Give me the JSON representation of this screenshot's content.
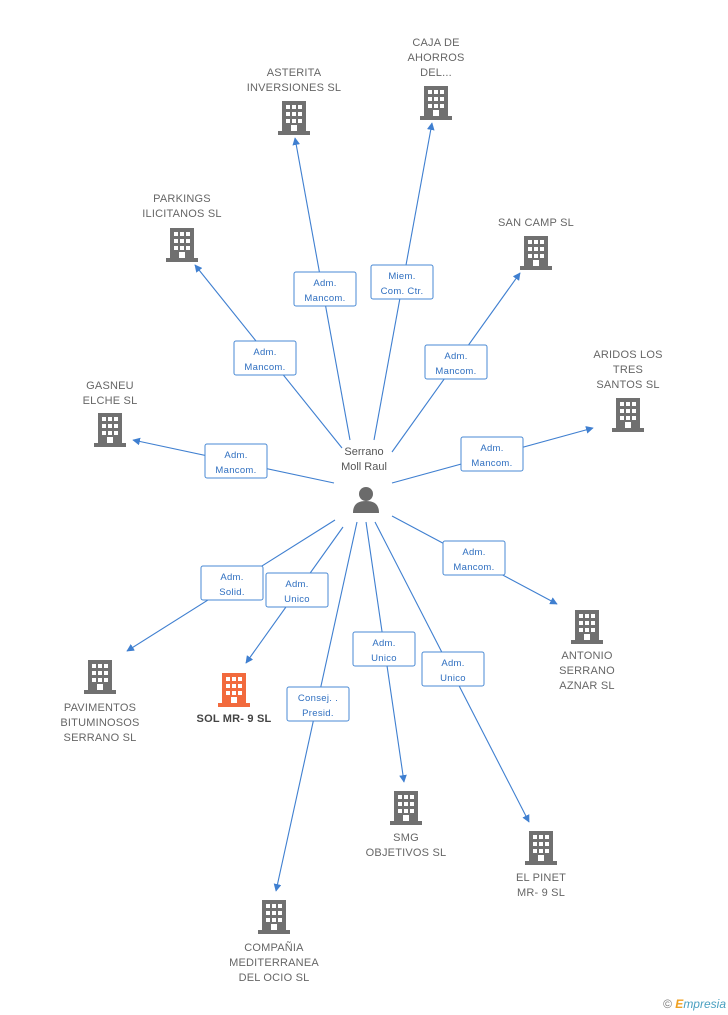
{
  "colors": {
    "edge": "#3f7fd0",
    "building": "#707070",
    "building_focus": "#f26a3d",
    "person": "#6b6b6b",
    "role_text": "#2f6fc0"
  },
  "person": {
    "name_lines": [
      "Serrano",
      "Moll Raul"
    ],
    "icon": "person-icon"
  },
  "companies": [
    {
      "id": "asterita",
      "lines": [
        "ASTERITA",
        "INVERSIONES SL"
      ],
      "focus": false
    },
    {
      "id": "caja",
      "lines": [
        "CAJA DE",
        "AHORROS",
        "DEL..."
      ],
      "focus": false
    },
    {
      "id": "parkings",
      "lines": [
        "PARKINGS",
        "ILICITANOS SL"
      ],
      "focus": false
    },
    {
      "id": "sancamp",
      "lines": [
        "SAN CAMP SL"
      ],
      "focus": false
    },
    {
      "id": "aridos",
      "lines": [
        "ARIDOS LOS",
        "TRES",
        "SANTOS SL"
      ],
      "focus": false
    },
    {
      "id": "gasneu",
      "lines": [
        "GASNEU",
        "ELCHE SL"
      ],
      "focus": false
    },
    {
      "id": "antonio",
      "lines": [
        "ANTONIO",
        "SERRANO",
        "AZNAR SL"
      ],
      "focus": false
    },
    {
      "id": "pavimentos",
      "lines": [
        "PAVIMENTOS",
        "BITUMINOSOS",
        "SERRANO SL"
      ],
      "focus": false
    },
    {
      "id": "solmr9",
      "lines": [
        "SOL MR- 9  SL"
      ],
      "focus": true
    },
    {
      "id": "smg",
      "lines": [
        "SMG",
        "OBJETIVOS  SL"
      ],
      "focus": false
    },
    {
      "id": "elpinet",
      "lines": [
        "EL PINET",
        "MR- 9  SL"
      ],
      "focus": false
    },
    {
      "id": "compania",
      "lines": [
        "COMPAÑIA",
        "MEDITERRANEA",
        "DEL OCIO SL"
      ],
      "focus": false
    }
  ],
  "edges": [
    {
      "target": "asterita",
      "role": [
        "Adm.",
        "Mancom."
      ]
    },
    {
      "target": "caja",
      "role": [
        "Miem.",
        "Com. Ctr."
      ]
    },
    {
      "target": "parkings",
      "role": [
        "Adm.",
        "Mancom."
      ]
    },
    {
      "target": "sancamp",
      "role": [
        "Adm.",
        "Mancom."
      ]
    },
    {
      "target": "aridos",
      "role": [
        "Adm.",
        "Mancom."
      ]
    },
    {
      "target": "gasneu",
      "role": [
        "Adm.",
        "Mancom."
      ]
    },
    {
      "target": "antonio",
      "role": [
        "Adm.",
        "Mancom."
      ]
    },
    {
      "target": "pavimentos",
      "role": [
        "Adm.",
        "Solid."
      ]
    },
    {
      "target": "solmr9",
      "role": [
        "Adm.",
        "Unico"
      ]
    },
    {
      "target": "smg",
      "role": [
        "Adm.",
        "Unico"
      ]
    },
    {
      "target": "elpinet",
      "role": [
        "Adm.",
        "Unico"
      ]
    },
    {
      "target": "compania",
      "role": [
        "Consej. .",
        "Presid."
      ]
    }
  ],
  "footer": {
    "copyright": "©",
    "brand_initial": "E",
    "brand_rest": "mpresia"
  }
}
